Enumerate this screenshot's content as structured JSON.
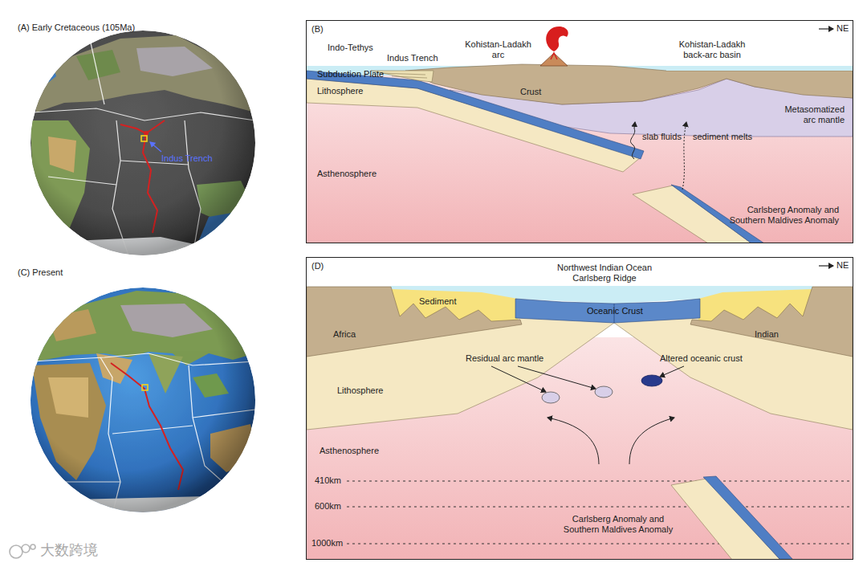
{
  "diagram": {
    "nodes": [
      {
        "text": [
          "(A) Early Cretaceous (105Ma)",
          "Indus Trench"
        ]
      },
      {
        "text": [
          "(B)"
        ]
      },
      {
        "text": [
          "(C) Present"
        ]
      },
      {
        "text": [
          "(D)"
        ]
      }
    ],
    "labels": [
      "NE",
      "Indo-Tethys",
      "Indus Trench",
      "Kohistan-Ladakh arc",
      "Kohistan-Ladakh back-arc basin",
      "Subduction Plate",
      "Lithosphere",
      "Crust",
      "Metasomatized arc mantle",
      "slab fluids",
      "sediment melts",
      "Asthenosphere",
      "Carlsberg Anomaly and Southern Maldives Anomaly",
      "NE",
      "Northwest Indian Ocean Carlsberg Ridge",
      "Sediment",
      "Oceanic Crust",
      "Africa",
      "Indian",
      "Residual arc mantle",
      "Altered oceanic crust",
      "Lithosphere",
      "Asthenosphere",
      "410km",
      "600km",
      "1000km",
      "Carlsberg Anomaly and Southern Maldives Anomaly",
      "大数跨境"
    ]
  }
}
